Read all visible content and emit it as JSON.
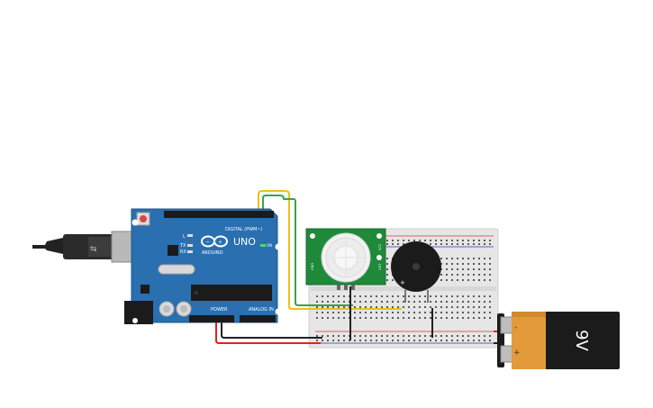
{
  "canvas": {
    "background": "#ffffff"
  },
  "arduino": {
    "brand": "ARDUINO",
    "model": "UNO",
    "header_digital_label": "DIGITAL (PWM~)",
    "header_power_label": "POWER",
    "header_analog_label": "ANALOG IN",
    "led_l": "L",
    "led_tx": "TX",
    "led_rx": "RX",
    "led_on": "ON",
    "board_color": "#2a6fb0"
  },
  "pir_sensor": {
    "color": "#1f8a3a",
    "pin_labels": [
      "GND",
      "OUT",
      "VCC"
    ]
  },
  "battery": {
    "label": "9V",
    "plus_label": "+",
    "minus_label": "-"
  },
  "buzzer": {
    "plus_label": "+"
  },
  "wires": {
    "signal_yellow": "#e8c21a",
    "signal_green": "#3aa34a",
    "power_red": "#e0231f",
    "ground_black": "#222222"
  }
}
